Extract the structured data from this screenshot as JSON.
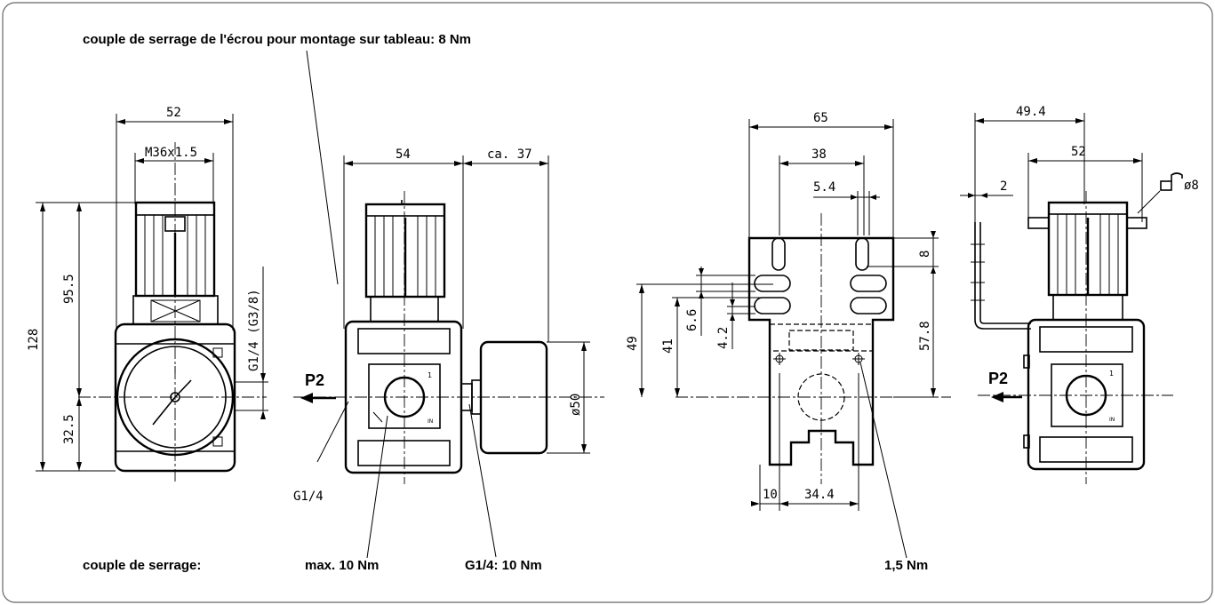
{
  "annotations": {
    "panel_torque": "couple de serrage de l'écrou pour montage sur tableau: 8 Nm",
    "torque_label": "couple de serrage:",
    "torque_port": "max. 10 Nm",
    "torque_gauge": "G1/4: 10 Nm",
    "torque_bracket": "1,5 Nm"
  },
  "view_front": {
    "dim_width": "52",
    "dim_thread": "M36x1.5",
    "dim_total_height": "128",
    "dim_upper_height": "95.5",
    "dim_lower_height": "32.5",
    "dim_gauge_port": "G1/4 (G3/8)"
  },
  "view_side": {
    "dim_body_width": "54",
    "dim_gauge_depth": "ca. 37",
    "dim_gauge_diameter": "ø50",
    "outlet_label": "P2",
    "port_label": "G1/4"
  },
  "view_bracket": {
    "dim_total_width": "65",
    "dim_hole_spacing": "38",
    "dim_slot_width": "5.4",
    "dim_slot_length": "8",
    "dim_height_49": "49",
    "dim_height_41": "41",
    "dim_6_6": "6.6",
    "dim_4_2": "4.2",
    "dim_57_8": "57.8",
    "dim_10": "10",
    "dim_34_4": "34.4"
  },
  "view_mounted": {
    "dim_offset": "49.4",
    "dim_width": "52",
    "dim_bracket_thickness": "2",
    "dim_lock_diameter": "ø8",
    "outlet_label": "P2"
  }
}
